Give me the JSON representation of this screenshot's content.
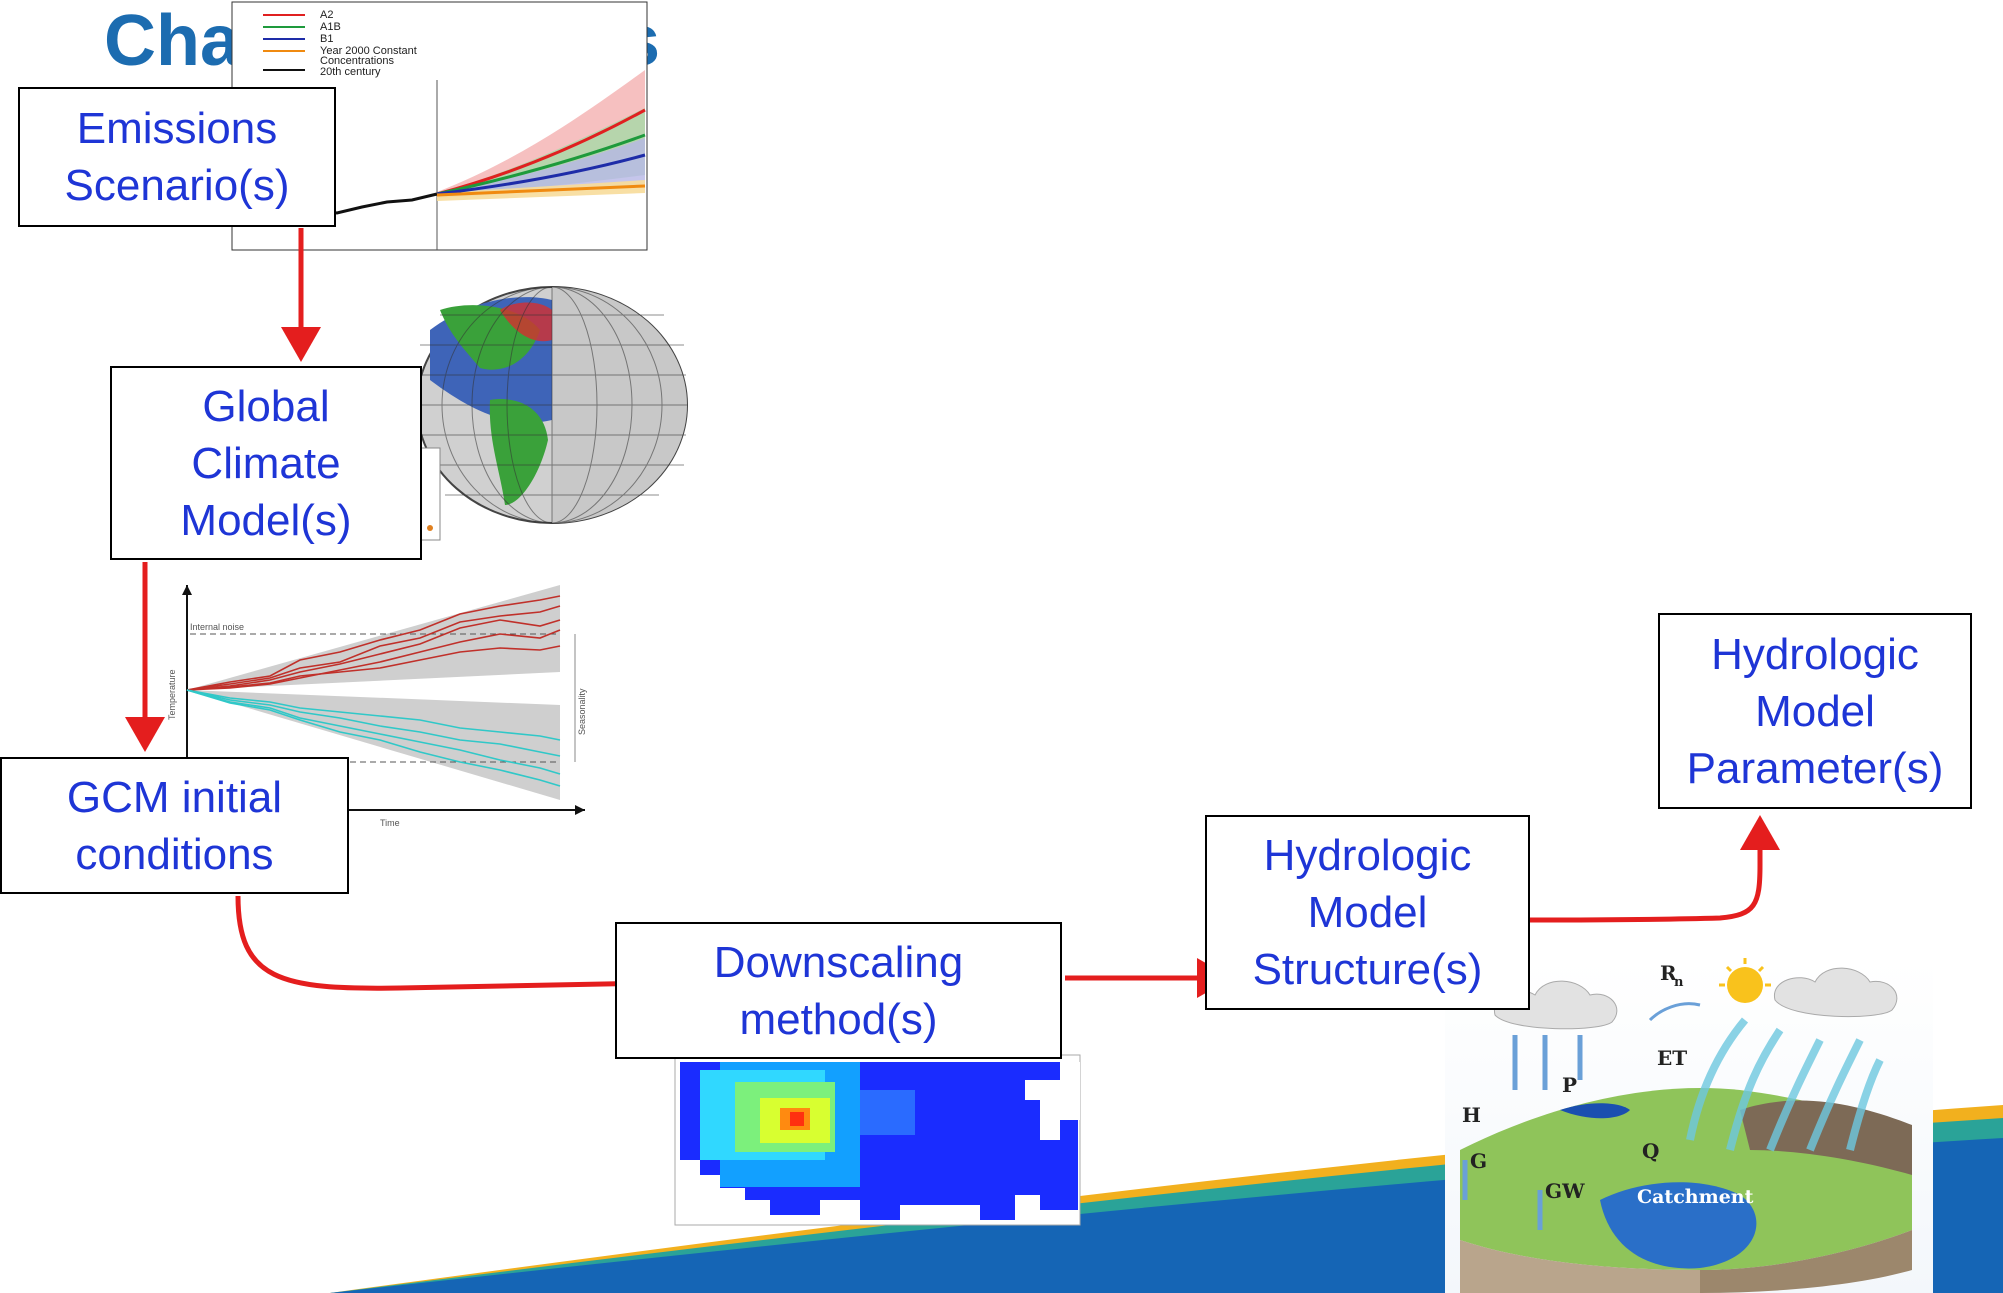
{
  "title": "Chain of Models",
  "boxes": {
    "emissions": {
      "line1": "Emissions",
      "line2": "Scenario(s)"
    },
    "gcm": {
      "line1": "Global",
      "line2": "Climate",
      "line3": "Model(s)"
    },
    "initial": {
      "line1": "GCM initial",
      "line2": "conditions"
    },
    "downscaling": {
      "line1": "Downscaling",
      "line2": "method(s)"
    },
    "structure": {
      "line1": "Hydrologic",
      "line2": "Model",
      "line3": "Structure(s)"
    },
    "parameter": {
      "line1": "Hydrologic",
      "line2": "Model",
      "line3": "Parameter(s)"
    }
  },
  "emissions_legend": [
    "A2",
    "A1B",
    "B1",
    "Year 2000 Constant",
    "Concentrations",
    "20th century"
  ],
  "ensemble_labels": {
    "top": "Internal noise",
    "xaxis": "Time",
    "yaxis": "Temperature",
    "right": "Seasonality"
  },
  "catchment_labels": {
    "rn": "R",
    "rn_sub": "n",
    "et": "ET",
    "p": "P",
    "h": "H",
    "g": "G",
    "gw": "GW",
    "q": "Q",
    "catchment": "Catchment"
  },
  "colors": {
    "title": "#1c6cb0",
    "box_text": "#1e35d6",
    "arrow": "#e41e1e",
    "band_blue": "#1565b5",
    "band_green": "#2aa398",
    "band_gold": "#f2b01e"
  }
}
